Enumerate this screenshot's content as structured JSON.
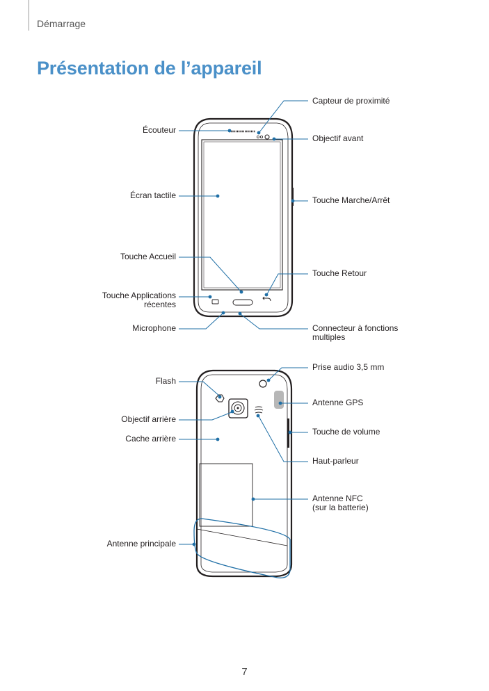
{
  "header": {
    "section": "Démarrage",
    "title": "Présentation de l’appareil"
  },
  "front_labels": {
    "proximity_sensor": "Capteur de proximité",
    "earpiece": "Écouteur",
    "front_camera": "Objectif avant",
    "touchscreen": "Écran tactile",
    "power_key": "Touche Marche/Arrêt",
    "home_key": "Touche Accueil",
    "back_key": "Touche Retour",
    "recent_apps_key_1": "Touche Applications",
    "recent_apps_key_2": "récentes",
    "microphone": "Microphone",
    "multipurpose_jack_1": "Connecteur à fonctions",
    "multipurpose_jack_2": "multiples"
  },
  "back_labels": {
    "headset_jack": "Prise audio 3,5 mm",
    "flash": "Flash",
    "gps_antenna": "Antenne GPS",
    "rear_camera": "Objectif arrière",
    "volume_key": "Touche de volume",
    "back_cover": "Cache arrière",
    "speaker": "Haut-parleur",
    "nfc_antenna_1": "Antenne NFC",
    "nfc_antenna_2": "(sur la batterie)",
    "main_antenna": "Antenne principale"
  },
  "footer": {
    "page_number": "7"
  },
  "colors": {
    "accent": "#4a90c8",
    "callout": "#1f6fa6",
    "device_outline": "#231f20",
    "gps_fill": "#b7b7b7"
  }
}
